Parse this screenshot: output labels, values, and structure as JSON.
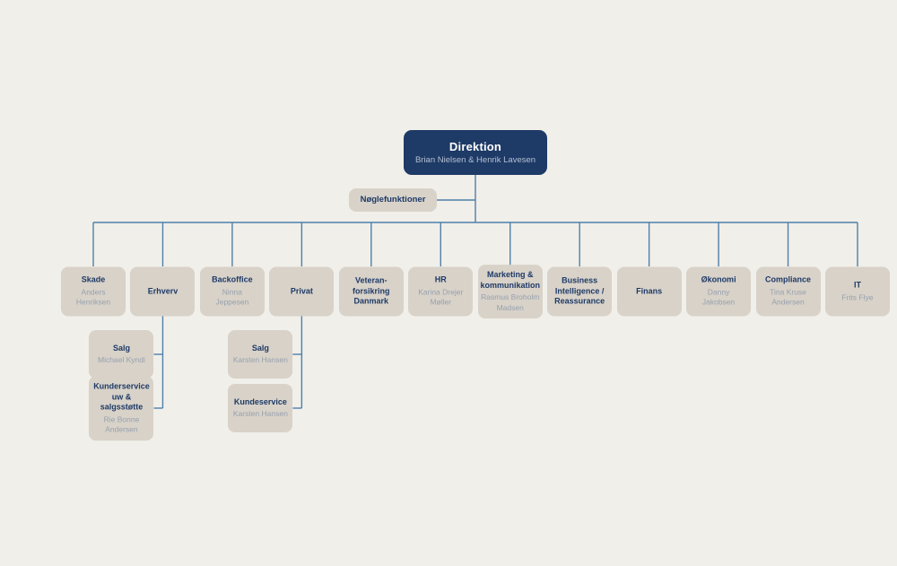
{
  "colors": {
    "background": "#f1efe9",
    "node-fill": "#d8d2c9",
    "navy": "#1e3a66",
    "person-name": "#98a1ad",
    "root-subtitle": "#b4c0d3",
    "connector": "#4d80ab"
  },
  "root": {
    "title": "Direktion",
    "subtitle": "Brian Nielsen & Henrik Lavesen"
  },
  "key_functions": {
    "label": "Nøglefunktioner"
  },
  "departments": [
    {
      "title": "Skade",
      "name": "Anders\nHenriksen"
    },
    {
      "title": "Erhverv",
      "children": [
        {
          "title": "Salg",
          "name": "Michael Kyndi"
        },
        {
          "title": "Kunderservice\nuw & salgsstøtte",
          "name": "Rie Bonne\nAndersen"
        }
      ]
    },
    {
      "title": "Backoffice",
      "name": "Ninna\nJeppesen"
    },
    {
      "title": "Privat",
      "children": [
        {
          "title": "Salg",
          "name": "Karsten Hansen"
        },
        {
          "title": "Kundeservice",
          "name": "Karsten Hansen"
        }
      ]
    },
    {
      "title": "Veteran-\nforsikring\nDanmark"
    },
    {
      "title": "HR",
      "name": "Karina Drejer\nMøller"
    },
    {
      "title": "Marketing &\nkommunikation",
      "name": "Rasmus Broholm\nMadsen"
    },
    {
      "title": "Business\nIntelligence /\nReassurance"
    },
    {
      "title": "Finans"
    },
    {
      "title": "Økonomi",
      "name": "Danny\nJakobsen"
    },
    {
      "title": "Compliance",
      "name": "Tina Kruse\nAndersen"
    },
    {
      "title": "IT",
      "name": "Frits Flye"
    }
  ]
}
